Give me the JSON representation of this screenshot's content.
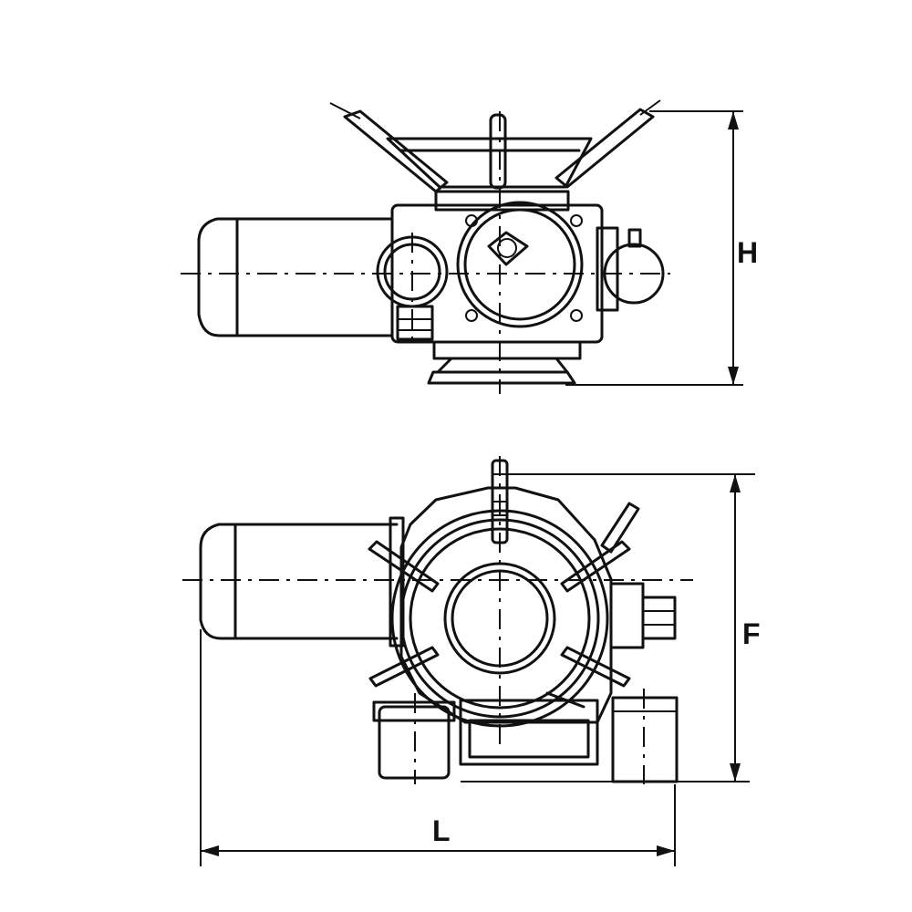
{
  "labels": {
    "height": "H",
    "flange": "F",
    "length": "L"
  }
}
